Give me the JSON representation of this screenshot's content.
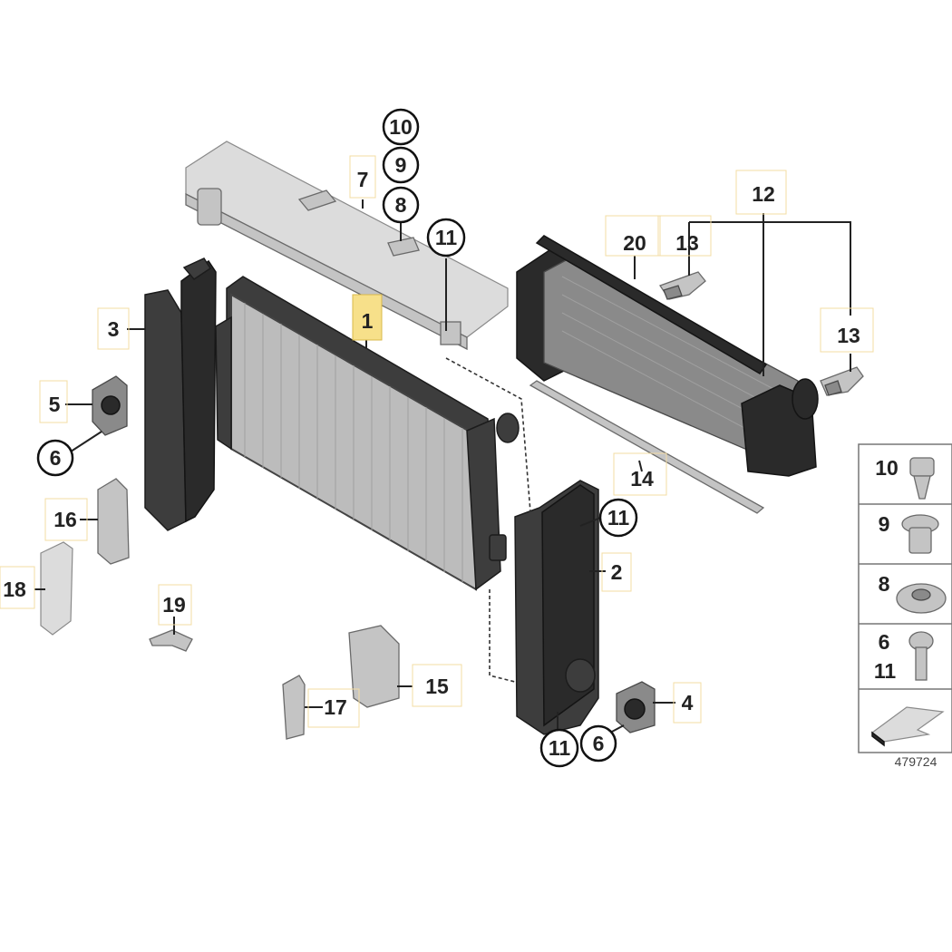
{
  "diagram": {
    "image_number": "479724",
    "callouts": {
      "c1": "1",
      "c2": "2",
      "c3": "3",
      "c4": "4",
      "c5": "5",
      "c6a": "6",
      "c6b": "6",
      "c7": "7",
      "c8": "8",
      "c9": "9",
      "c10": "10",
      "c11a": "11",
      "c11b": "11",
      "c11c": "11",
      "c12": "12",
      "c13a": "13",
      "c13b": "13",
      "c14": "14",
      "c15": "15",
      "c16": "16",
      "c17": "17",
      "c18": "18",
      "c19": "19",
      "c20": "20"
    },
    "fastener_panel": {
      "r10": "10",
      "r9": "9",
      "r8": "8",
      "r6": "6",
      "r11": "11"
    },
    "highlight_color": "#f7e08a"
  }
}
